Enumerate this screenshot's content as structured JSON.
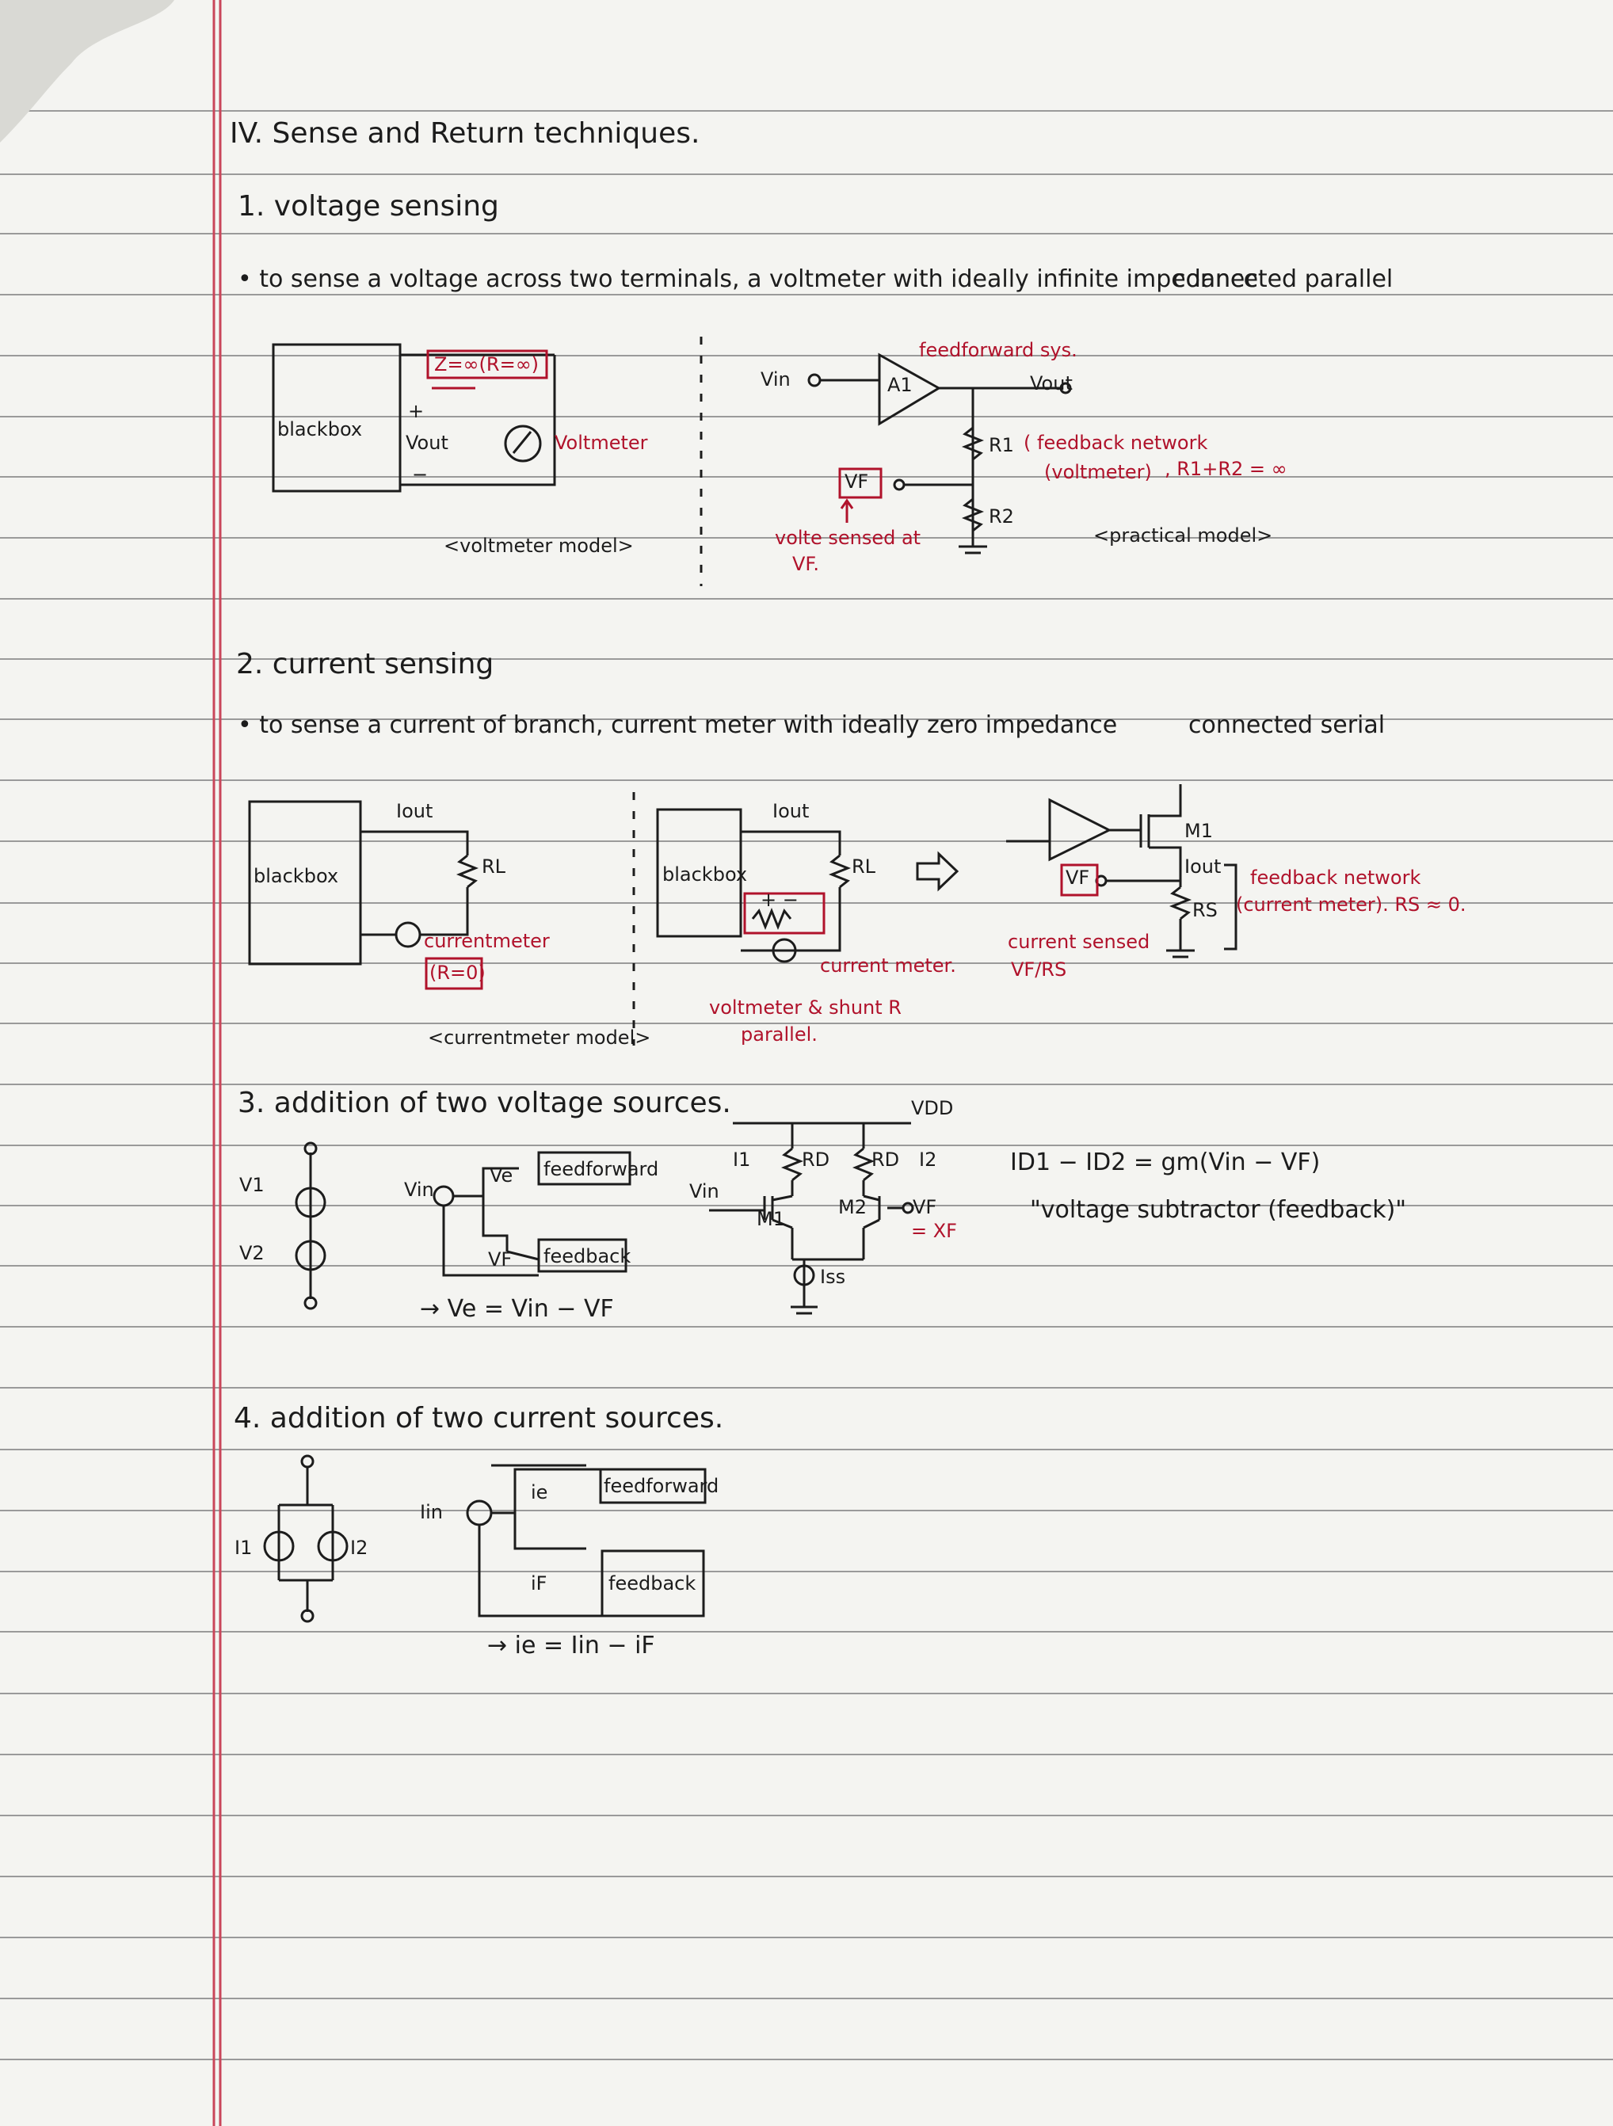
{
  "title": "IV. Sense and Return techniques.",
  "s1": {
    "heading": "1. voltage sensing",
    "bullet": "• to sense a voltage across two terminals, a voltmeter with ideally infinite impedance",
    "bullet_tail": "connected parallel",
    "model_label": "<voltmeter model>",
    "blackbox": "blackbox",
    "z_label": "Z=∞(R=∞)",
    "vout": "Vout",
    "voltmeter": "Voltmeter",
    "vin": "Vin",
    "a1": "A1",
    "feedforward": "feedforward sys.",
    "vout2": "Vout",
    "r1": "R1",
    "r2": "R2",
    "vf": "VF",
    "feedback_net": "( feedback network",
    "voltmeter_paren": "(voltmeter)",
    "r_sum": ", R1+R2 = ∞",
    "sensed": "volte sensed at",
    "sensed2": "VF.",
    "practical": "<practical model>"
  },
  "s2": {
    "heading": "2. current sensing",
    "bullet": "• to sense a current of branch, current meter with ideally zero impedance",
    "bullet_tail": "connected serial",
    "blackbox": "blackbox",
    "iout": "Iout",
    "rl": "RL",
    "currentmeter": "currentmeter",
    "r0": "(R=0)",
    "model_label": "<currentmeter model>",
    "blackbox2": "blackbox",
    "iout2": "Iout",
    "rl2": "RL",
    "plusminus": "+ −",
    "current_meter": "current meter.",
    "volt_shunt": "voltmeter & shunt R",
    "parallel": "parallel.",
    "m1": "M1",
    "iout3": "Iout",
    "rs": "RS",
    "vf": "VF",
    "current_sensed": "current sensed",
    "vf_rs": "VF/RS",
    "feedback_net": "feedback network",
    "current_meter2": "(current meter). RS ≈ 0."
  },
  "s3": {
    "heading": "3. addition of two voltage sources.",
    "v1": "V1",
    "v2": "V2",
    "vin": "Vin",
    "ve": "Ve",
    "vf": "VF",
    "feedforward": "feedforward",
    "feedback": "feedback",
    "eq": "→ Ve = Vin − VF",
    "vdd": "VDD",
    "i1": "I1",
    "i2": "I2",
    "rd": "RD",
    "rd2": "RD",
    "vin2": "Vin",
    "m1": "M1",
    "m2": "M2",
    "vf2": "VF",
    "xf": "= XF",
    "iss": "Iss",
    "eq2": "ID1 − ID2 = gm(Vin − VF)",
    "quote": "\"voltage subtractor (feedback)\""
  },
  "s4": {
    "heading": "4. addition of two current sources.",
    "i1": "I1",
    "i2": "I2",
    "iin": "Iin",
    "ie": "ie",
    "if": "iF",
    "feedforward": "feedforward",
    "feedback": "feedback",
    "eq": "→ ie = Iin − iF"
  }
}
